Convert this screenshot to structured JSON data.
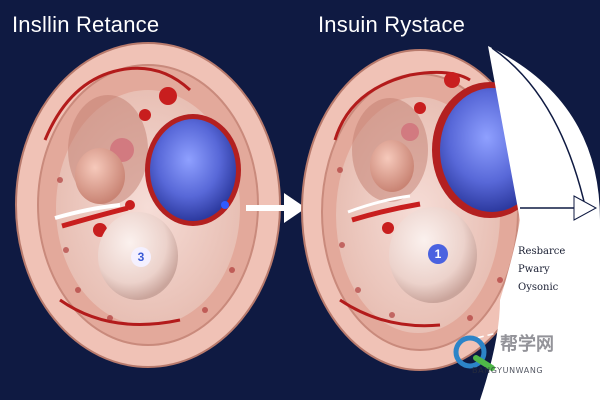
{
  "titles": {
    "left": "Insllin Retance",
    "right": "Insuin Rystace"
  },
  "cells": {
    "left_badge": "3",
    "right_badge": "1"
  },
  "side_labels": {
    "line1": "Resbarce",
    "line2": "Pwary",
    "line3": "Oysonic"
  },
  "watermark": {
    "text": "帮学网",
    "sub": "BANGYUNWANG"
  },
  "colors": {
    "background": "#0f1a42",
    "membrane": "#e8b0a4",
    "nucleus": "#5868d8",
    "badge_text": "#3a5bd6",
    "vessel": "#c81e1e"
  }
}
